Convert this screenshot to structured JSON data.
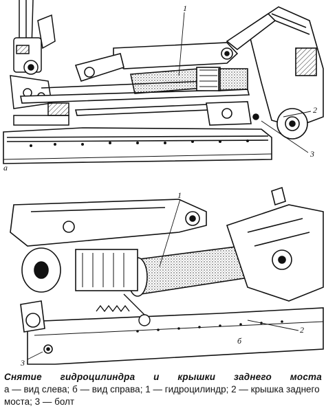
{
  "figure_a": {
    "panel_label": "а",
    "callouts": {
      "c1": "1",
      "c2": "2",
      "c3": "3"
    }
  },
  "figure_b": {
    "panel_label": "б",
    "callouts": {
      "c1": "1",
      "c2": "2",
      "c3": "3"
    }
  },
  "caption": {
    "title_words": [
      "Снятие",
      "гидроцилиндра",
      "и",
      "крышки",
      "заднего",
      "моста"
    ],
    "body": "а — вид слева; б — вид справа; 1 — гидроцилиндр; 2 — крышка заднего моста; 3 — болт"
  }
}
